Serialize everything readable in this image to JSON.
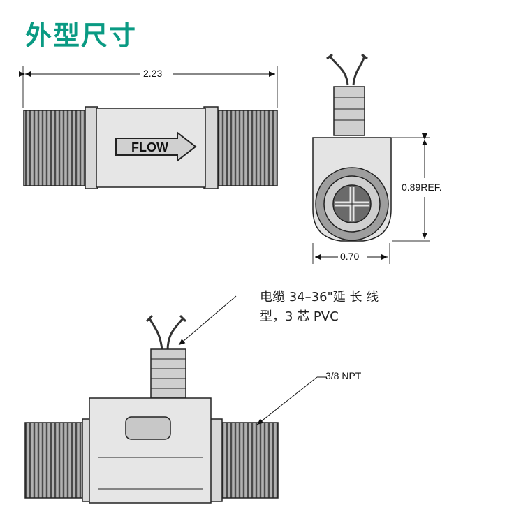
{
  "title": "外型尺寸",
  "dimensions": {
    "length": "2.23",
    "height": "0.89REF.",
    "width": "0.70"
  },
  "flow_label": "FLOW",
  "callouts": {
    "cable_line1": "电缆 34–36\"延 长 线",
    "cable_line2": "型，3 芯 PVC",
    "thread": "3/8 NPT"
  },
  "colors": {
    "title": "#0a9a83",
    "body_fill": "#e4e4e4",
    "thread_fill": "#8f8f8f",
    "outline": "#222222"
  }
}
